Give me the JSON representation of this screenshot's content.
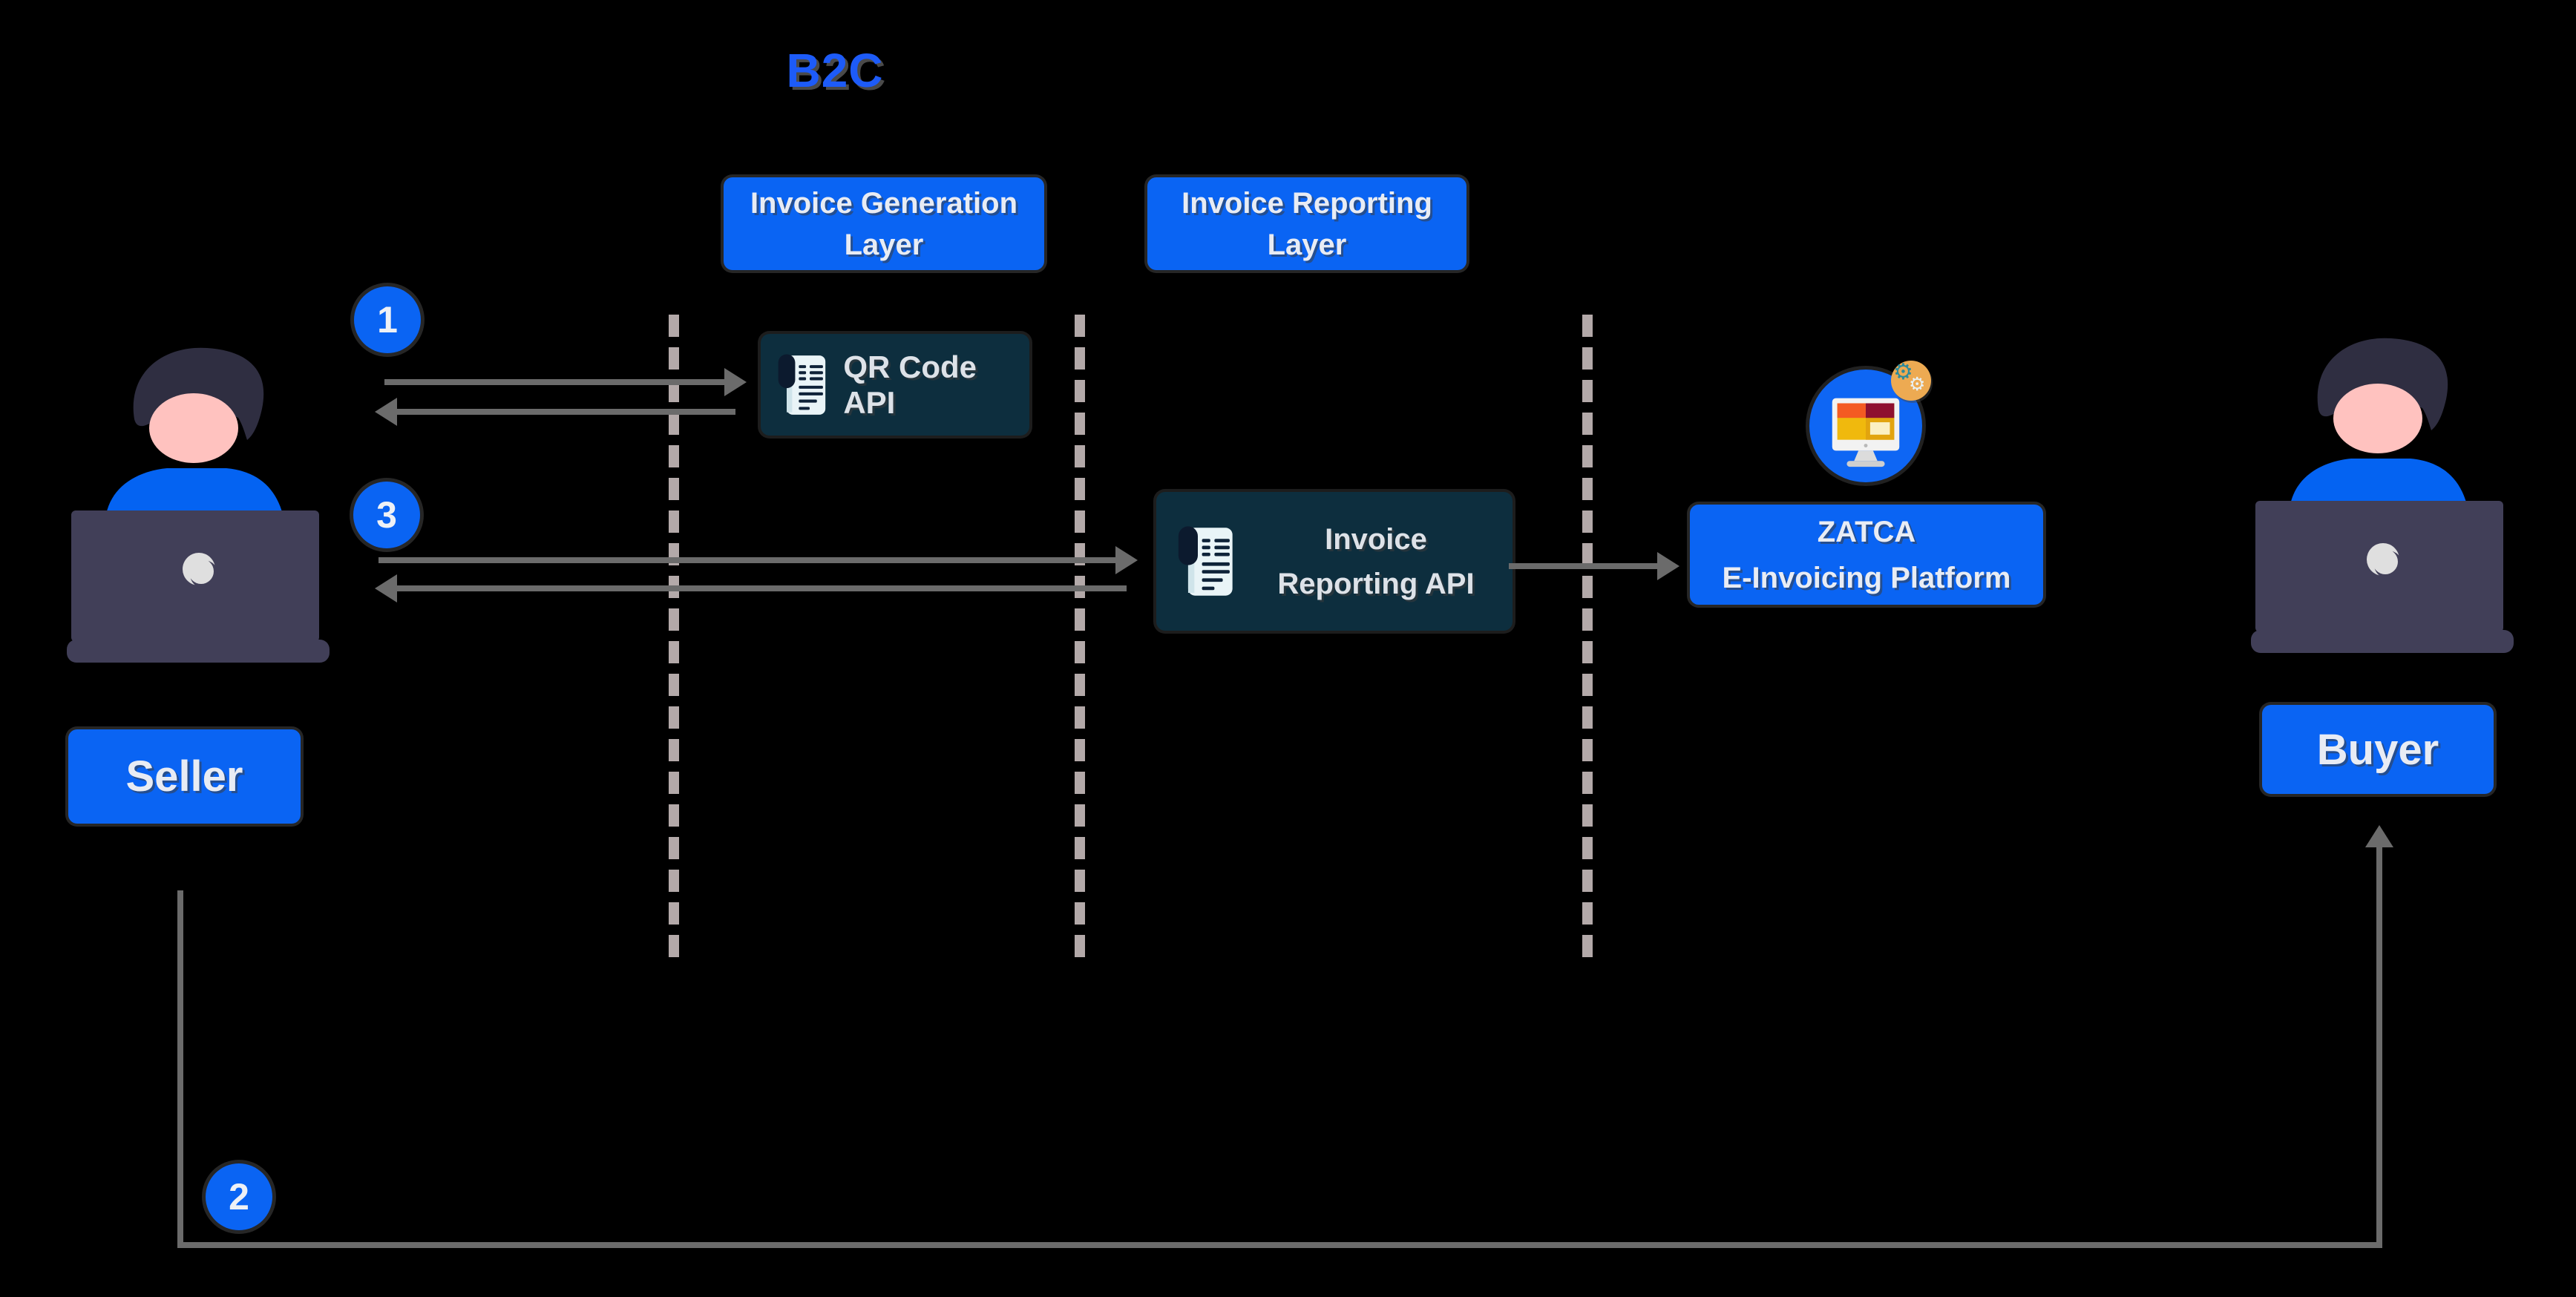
{
  "title": "B2C",
  "colors": {
    "background": "#000000",
    "primary_blue": "#0a64f3",
    "dark_panel": "#0d2e3e",
    "arrow_gray": "#6b6b6b",
    "lifeline_gray": "#b3a9a9",
    "face_pink": "#ffc2bf",
    "hair_dark": "#2f2e41",
    "laptop_dark": "#413f58"
  },
  "layers": [
    {
      "line1": "Invoice Generation",
      "line2": "Layer"
    },
    {
      "line1": "Invoice Reporting",
      "line2": "Layer"
    }
  ],
  "nodes": {
    "qr_api": {
      "label": "QR Code API"
    },
    "reporting_api": {
      "line1": "Invoice",
      "line2": "Reporting API"
    },
    "zatca": {
      "line1": "ZATCA",
      "line2": "E-Invoicing Platform"
    }
  },
  "actors": {
    "seller": "Seller",
    "buyer": "Buyer"
  },
  "steps": {
    "one": "1",
    "two": "2",
    "three": "3"
  }
}
